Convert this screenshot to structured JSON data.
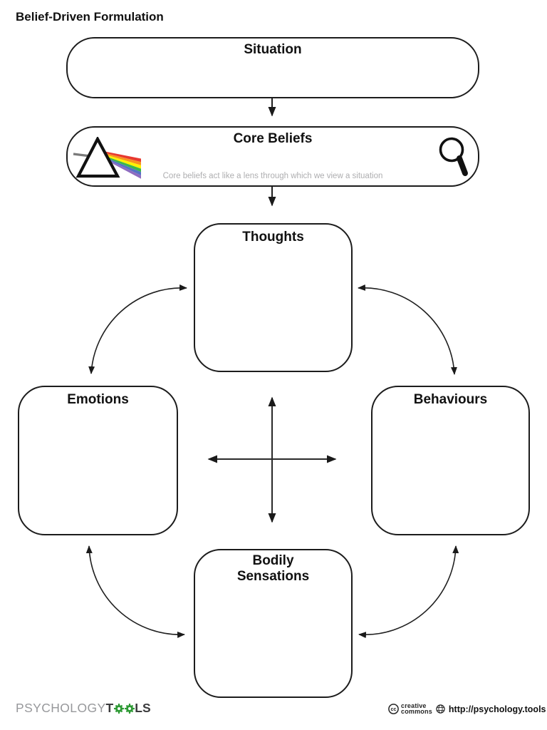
{
  "page": {
    "title": "Belief-Driven Formulation"
  },
  "boxes": {
    "situation": {
      "label": "Situation"
    },
    "core_beliefs": {
      "label": "Core Beliefs",
      "caption": "Core beliefs act like a lens through which we view a situation"
    },
    "thoughts": {
      "label": "Thoughts"
    },
    "emotions": {
      "label": "Emotions"
    },
    "behaviours": {
      "label": "Behaviours"
    },
    "bodily_sensations": {
      "lines": [
        "Bodily",
        "Sensations"
      ]
    }
  },
  "icons": {
    "prism": {
      "name": "prism-refracting-light",
      "beam_color": "#7a7a7a",
      "rainbow_colors": [
        "#e8392f",
        "#f7941d",
        "#fff200",
        "#3cb64c",
        "#5472c4",
        "#8e6cc0"
      ]
    },
    "magnifier": {
      "name": "magnifying-glass",
      "color": "#111111"
    },
    "gear_color": "#2f9a36"
  },
  "footer": {
    "brand": {
      "part1": "PSYCHOLOGY",
      "t": "T",
      "ls": "LS"
    },
    "license": {
      "cc_line1": "creative",
      "cc_line2": "commons",
      "url": "http://psychology.tools"
    }
  },
  "colors": {
    "stroke": "#1f1f1f",
    "caption_gray": "#aeaeb0"
  }
}
